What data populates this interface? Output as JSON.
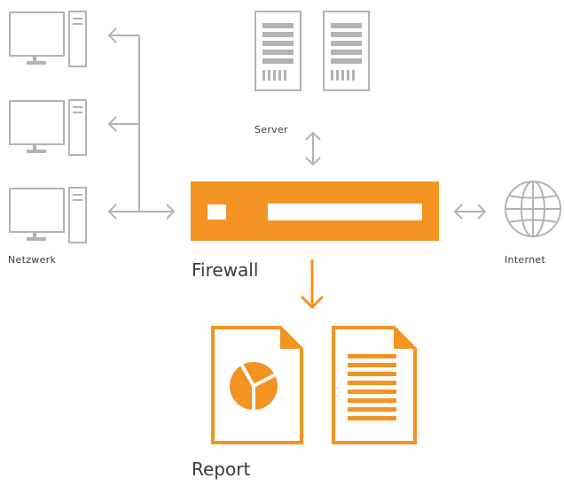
{
  "labels": {
    "server": "Server",
    "network": "Netzwerk",
    "internet": "Internet",
    "firewall": "Firewall",
    "report": "Report"
  },
  "colors": {
    "accent": "#F39321",
    "device": "#B3B3B3",
    "connector": "#B3B3B3",
    "text": "#3C3C3C"
  },
  "icons": [
    "desktop-computer-icon",
    "server-tower-icon",
    "globe-icon",
    "firewall-appliance-icon",
    "pie-chart-document-icon",
    "text-document-icon"
  ]
}
